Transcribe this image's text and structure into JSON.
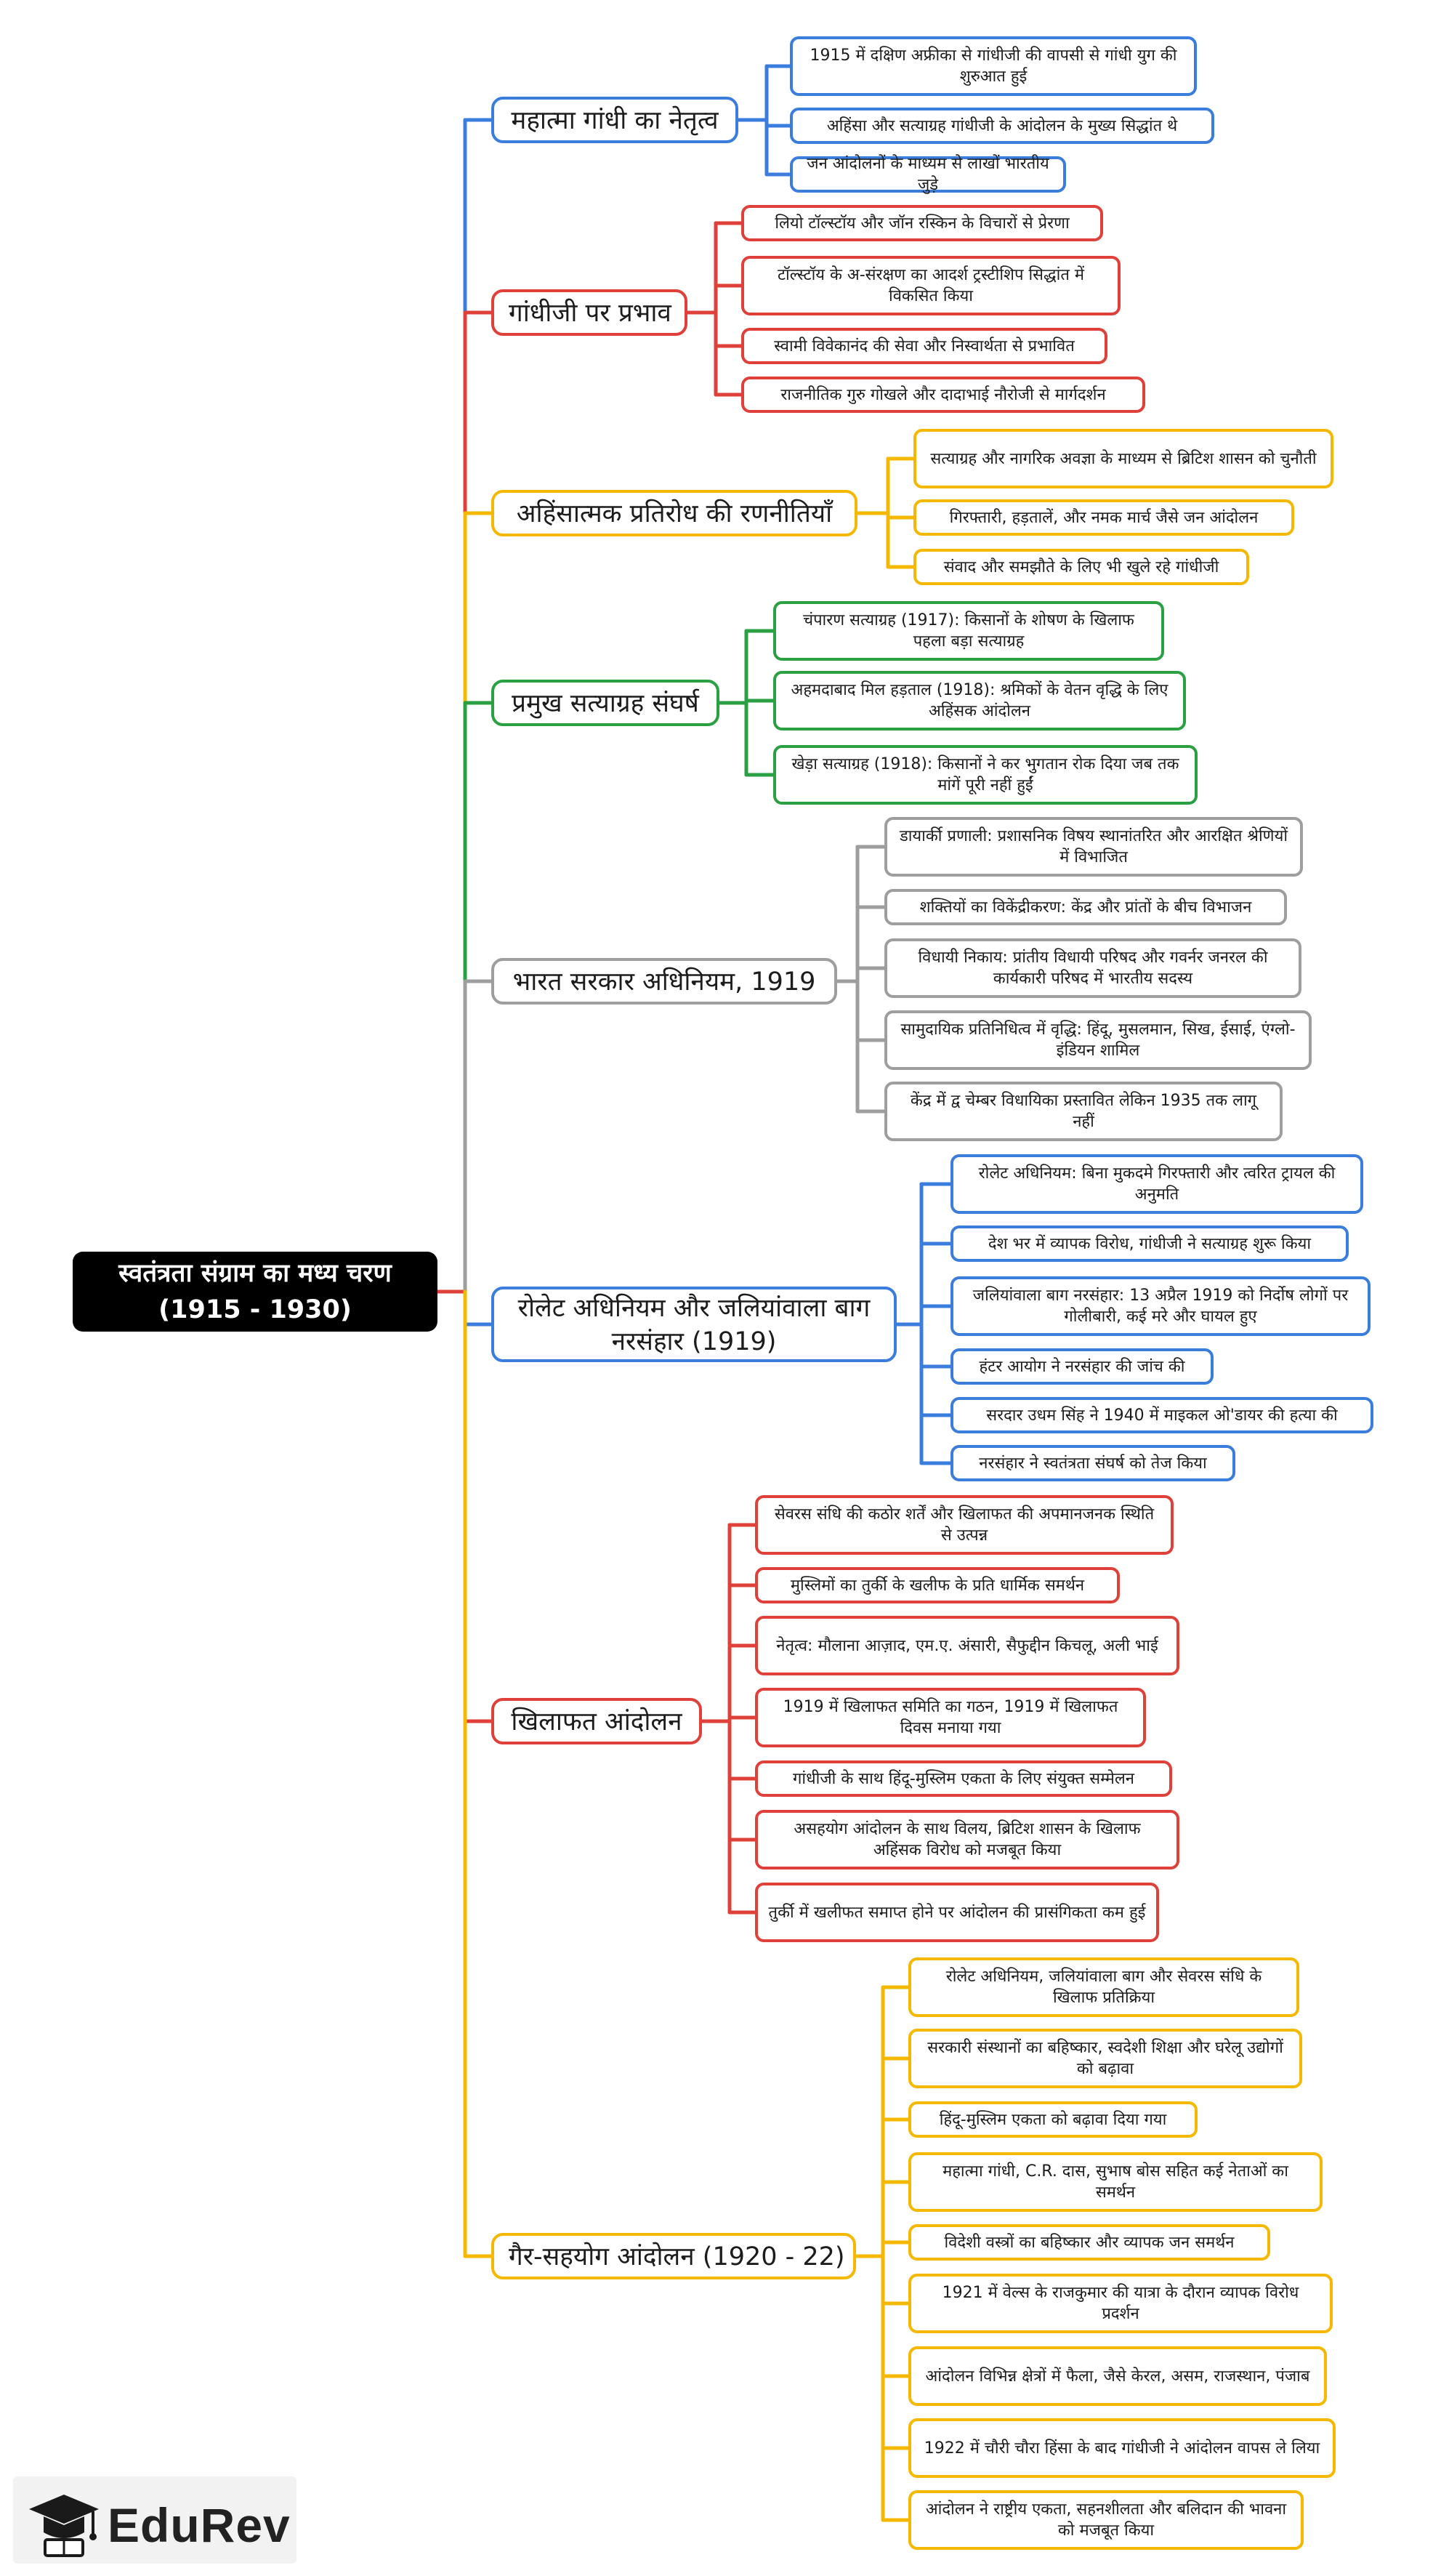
{
  "root": {
    "line1": "स्वतंत्रता संग्राम का मध्य चरण",
    "line2": "(1915 - 1930)"
  },
  "branches": [
    {
      "label": "महात्मा गांधी का नेतृत्व",
      "color": "#3b7ddd",
      "leaves": [
        "1915 में दक्षिण अफ्रीका से गांधीजी की वापसी से गांधी युग की शुरुआत हुई",
        "अहिंसा और सत्याग्रह गांधीजी के आंदोलन के मुख्य सिद्धांत थे",
        "जन आंदोलनों के माध्यम से लाखों भारतीय जुड़े"
      ]
    },
    {
      "label": "गांधीजी पर प्रभाव",
      "color": "#e0403a",
      "leaves": [
        "लियो टॉल्स्टॉय और जॉन रस्किन के विचारों से प्रेरणा",
        "टॉल्स्टॉय के अ-संरक्षण का आदर्श ट्रस्टीशिप सिद्धांत में विकसित किया",
        "स्वामी विवेकानंद की सेवा और निस्वार्थता से प्रभावित",
        "राजनीतिक गुरु गोखले और दादाभाई नौरोजी से मार्गदर्शन"
      ]
    },
    {
      "label": "अहिंसात्मक प्रतिरोध की रणनीतियाँ",
      "color": "#f5b800",
      "leaves": [
        "सत्याग्रह और नागरिक अवज्ञा के माध्यम से ब्रिटिश शासन को चुनौती",
        "गिरफ्तारी, हड़तालें, और नमक मार्च जैसे जन आंदोलन",
        "संवाद और समझौते के लिए भी खुले रहे गांधीजी"
      ]
    },
    {
      "label": "प्रमुख सत्याग्रह संघर्ष",
      "color": "#2aa043",
      "leaves": [
        "चंपारण सत्याग्रह (1917): किसानों के शोषण के खिलाफ पहला बड़ा सत्याग्रह",
        "अहमदाबाद मिल हड़ताल (1918): श्रमिकों के वेतन वृद्धि के लिए अहिंसक आंदोलन",
        "खेड़ा सत्याग्रह (1918): किसानों ने कर भुगतान रोक दिया जब तक मांगें पूरी नहीं हुईं"
      ]
    },
    {
      "label": "भारत सरकार अधिनियम, 1919",
      "color": "#9e9e9e",
      "leaves": [
        "डायार्की प्रणाली: प्रशासनिक विषय स्थानांतरित और आरक्षित श्रेणियों में विभाजित",
        "शक्तियों का विकेंद्रीकरण: केंद्र और प्रांतों के बीच विभाजन",
        "विधायी निकाय: प्रांतीय विधायी परिषद और गवर्नर जनरल की कार्यकारी परिषद में भारतीय सदस्य",
        "सामुदायिक प्रतिनिधित्व में वृद्धि: हिंदू, मुसलमान, सिख, ईसाई, एंग्लो-इंडियन शामिल",
        "केंद्र में द्व चेम्बर विधायिका प्रस्तावित लेकिन 1935 तक लागू नहीं"
      ]
    },
    {
      "label": "रोलेट अधिनियम और जलियांवाला बाग नरसंहार (1919)",
      "color": "#3b7ddd",
      "leaves": [
        "रोलेट अधिनियम: बिना मुकदमे गिरफ्तारी और त्वरित ट्रायल की अनुमति",
        "देश भर में व्यापक विरोध, गांधीजी ने सत्याग्रह शुरू किया",
        "जलियांवाला बाग नरसंहार: 13 अप्रैल 1919 को निर्दोष लोगों पर गोलीबारी, कई मरे और घायल हुए",
        "हंटर आयोग ने नरसंहार की जांच की",
        "सरदार उधम सिंह ने 1940 में माइकल ओ'डायर की हत्या की",
        "नरसंहार ने स्वतंत्रता संघर्ष को तेज किया"
      ]
    },
    {
      "label": "खिलाफत आंदोलन",
      "color": "#e0403a",
      "leaves": [
        "सेवरस संधि की कठोर शर्तें और खिलाफत की अपमानजनक स्थिति से उत्पन्न",
        "मुस्लिमों का तुर्की के खलीफ के प्रति धार्मिक समर्थन",
        "नेतृत्व: मौलाना आज़ाद, एम.ए. अंसारी, सैफुद्दीन किचलू, अली भाई",
        "1919 में खिलाफत समिति का गठन, 1919 में खिलाफत दिवस मनाया गया",
        "गांधीजी के साथ हिंदू-मुस्लिम एकता के लिए संयुक्त सम्मेलन",
        "असहयोग आंदोलन के साथ विलय, ब्रिटिश शासन के खिलाफ अहिंसक विरोध को मजबूत किया",
        "तुर्की में खलीफत समाप्त होने पर आंदोलन की प्रासंगिकता कम हुई"
      ]
    },
    {
      "label": "गैर-सहयोग आंदोलन (1920 - 22)",
      "color": "#f5b800",
      "leaves": [
        "रोलेट अधिनियम, जलियांवाला बाग और सेवरस संधि के खिलाफ प्रतिक्रिया",
        "सरकारी संस्थानों का बहिष्कार, स्वदेशी शिक्षा और घरेलू उद्योगों को बढ़ावा",
        "हिंदू-मुस्लिम एकता को बढ़ावा दिया गया",
        "महात्मा गांधी, C.R. दास, सुभाष बोस सहित कई नेताओं का समर्थन",
        "विदेशी वस्त्रों का बहिष्कार और व्यापक जन समर्थन",
        "1921 में वेल्स के राजकुमार की यात्रा के दौरान व्यापक विरोध प्रदर्शन",
        "आंदोलन विभिन्न क्षेत्रों में फैला, जैसे केरल, असम, राजस्थान, पंजाब",
        "1922 में चौरी चौरा हिंसा के बाद गांधीजी ने आंदोलन वापस ले लिया",
        "आंदोलन ने राष्ट्रीय एकता, सहनशीलता और बलिदान की भावना को मजबूत किया"
      ]
    }
  ],
  "logo": {
    "text": "EduRev",
    "icon": "graduation-cap-icon"
  }
}
